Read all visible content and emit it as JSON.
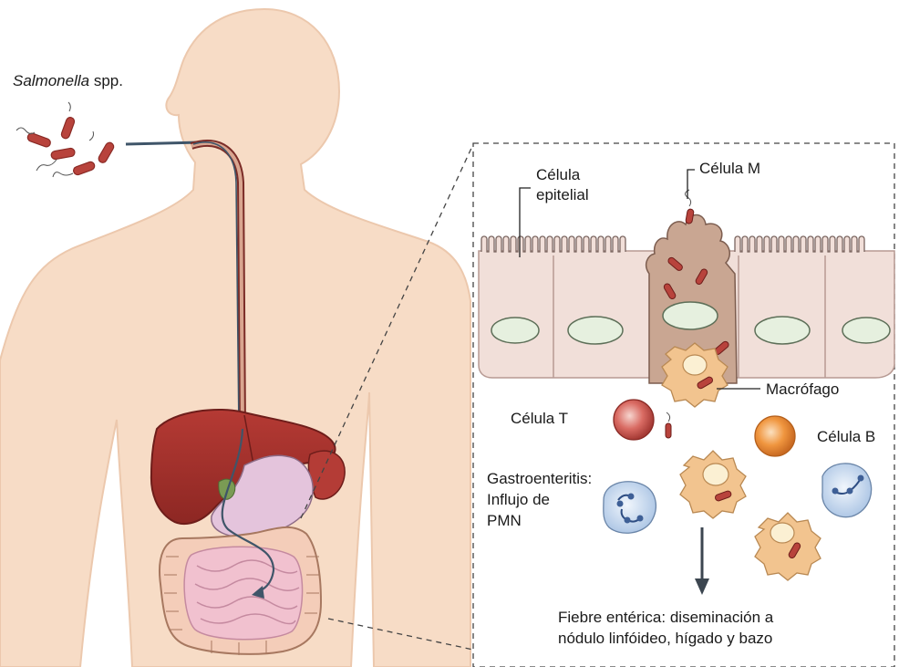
{
  "labels": {
    "pathogen_italic": "Salmonella",
    "pathogen_suffix": " spp.",
    "epithelial_line1": "Célula",
    "epithelial_line2": "epitelial",
    "m_cell": "Célula M",
    "macrophage": "Macrófago",
    "t_cell": "Célula T",
    "b_cell": "Célula B",
    "gastro_line1": "Gastroenteritis:",
    "gastro_line2": "Influjo de",
    "gastro_line3": "PMN",
    "fever_line1": "Fiebre entérica: diseminación a",
    "fever_line2": "nódulo linfóideo, hígado y bazo"
  },
  "colors": {
    "skin": "#f7dcc6",
    "liver": "#a8322f",
    "bacterium": "#b8433c",
    "epithelium": "#f1dfd9",
    "m_cell": "#c9a692",
    "nucleus": "#e6f0df",
    "t_cell": "#c8504a",
    "b_cell": "#e9893c",
    "pmn": "#c7d9ee",
    "macrophage": "#f2c48f",
    "intestine": "#f1c1cf"
  }
}
